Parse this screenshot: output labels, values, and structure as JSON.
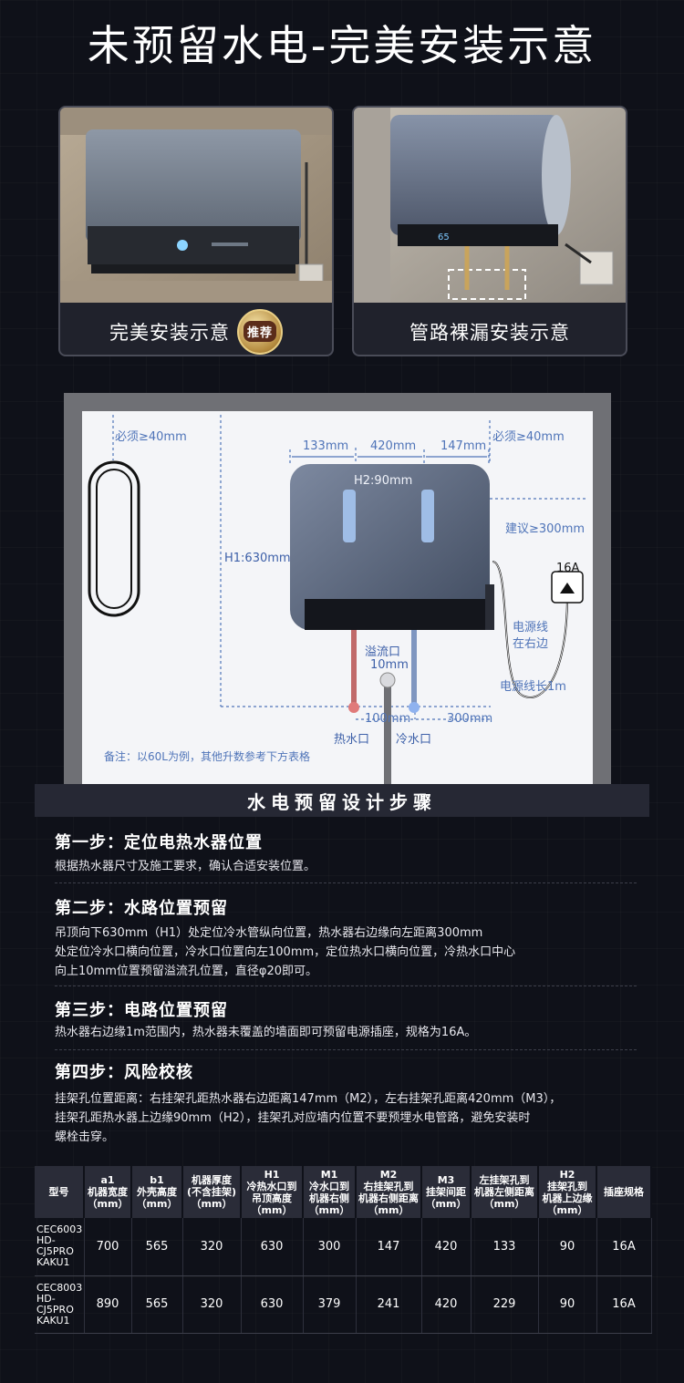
{
  "title": "未预留水电-完美安装示意",
  "cards": [
    {
      "label": "完美安装示意",
      "badge": "推荐"
    },
    {
      "label": "管路裸漏安装示意"
    }
  ],
  "diagram": {
    "clearance_left": "必须≥40mm",
    "clearance_right": "必须≥40mm",
    "dim_left": "133mm",
    "dim_center": "420mm",
    "dim_right": "147mm",
    "h2": "H2:90mm",
    "h1": "H1:630mm",
    "suggest_right": "建议≥300mm",
    "socket": "16A",
    "power_line_pos": [
      "电源线",
      "在右边"
    ],
    "power_line_len": "电源线长1m",
    "overflow": [
      "溢流口",
      "10mm"
    ],
    "dim_100": "100mm",
    "dim_300": "300mm",
    "hot_outlet": "热水口",
    "cold_outlet": "冷水口",
    "note": "备注：以60L为例，其他升数参考下方表格"
  },
  "band_title": "水电预留设计步骤",
  "steps": [
    {
      "title": "第一步：定位电热水器位置",
      "lines": [
        "根据热水器尺寸及施工要求，确认合适安装位置。"
      ]
    },
    {
      "title": "第二步：水路位置预留",
      "lines": [
        "吊顶向下630mm（H1）处定位冷水管纵向位置，热水器右边缘向左距离300mm",
        "处定位冷水口横向位置，冷水口位置向左100mm，定位热水口横向位置，冷热水口中心",
        "向上10mm位置预留溢流孔位置，直径φ20即可。"
      ]
    },
    {
      "title": "第三步：电路位置预留",
      "lines": [
        " 热水器右边缘1m范围内，热水器未覆盖的墙面即可预留电源插座，规格为16A。"
      ]
    },
    {
      "title": "第四步：风险校核",
      "lines": [
        "挂架孔位置距离：右挂架孔距热水器右边距离147mm（M2），左右挂架孔距离420mm（M3），",
        "挂架孔距热水器上边缘90mm（H2），挂架孔对应墙内位置不要预埋水电管路，避免安装时",
        "螺栓击穿。"
      ]
    }
  ],
  "table": {
    "headers": [
      [
        "型号"
      ],
      [
        "a1",
        "机器宽度",
        "（mm）"
      ],
      [
        "b1",
        "外壳高度",
        "（mm）"
      ],
      [
        "机器厚度",
        "(不含挂架)",
        "（mm）"
      ],
      [
        "H1",
        "冷热水口到",
        "吊顶高度",
        "（mm）"
      ],
      [
        "M1",
        "冷水口到",
        "机器右侧",
        "（mm）"
      ],
      [
        "M2",
        "右挂架孔到",
        "机器右侧距离",
        "（mm）"
      ],
      [
        "M3",
        "挂架间距",
        "（mm）"
      ],
      [
        "左挂架孔到",
        "机器左侧距离",
        "（mm）"
      ],
      [
        "H2",
        "挂架孔到",
        "机器上边缘",
        "（mm）"
      ],
      [
        "插座规格"
      ]
    ],
    "rows": [
      [
        [
          "CEC6003",
          "HD-",
          "CJ5PRO",
          "KAKU1"
        ],
        "700",
        "565",
        "320",
        "630",
        "300",
        "147",
        "420",
        "133",
        "90",
        "16A"
      ],
      [
        [
          "CEC8003",
          "HD-",
          "CJ5PRO",
          "KAKU1"
        ],
        "890",
        "565",
        "320",
        "630",
        "379",
        "241",
        "420",
        "229",
        "90",
        "16A"
      ]
    ]
  }
}
